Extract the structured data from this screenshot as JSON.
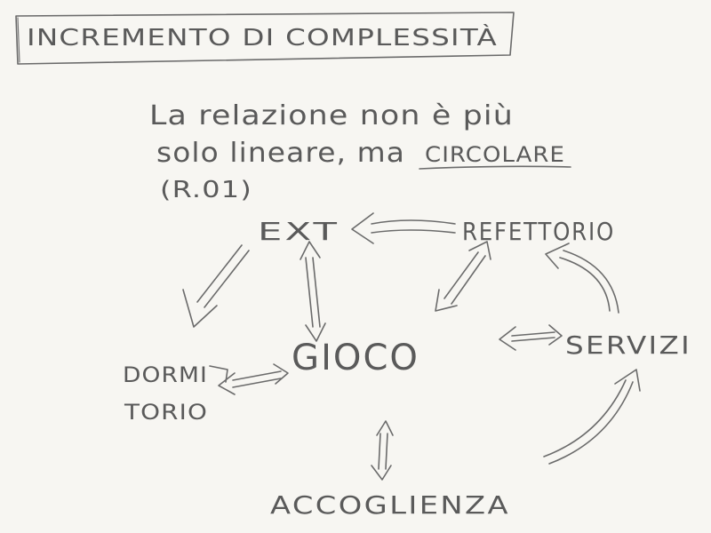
{
  "title": "INCREMENTO DI COMPLESSITÀ",
  "subtitle": {
    "line1": "La relazione non è più",
    "line2_prefix": "solo lineare, ma",
    "line2_emphasis": "CIRCOLARE",
    "line3": "(R.01)"
  },
  "nodes": {
    "ext": "EXT",
    "refettorio": "REFETTORIO",
    "gioco": "GIOCO",
    "servizi": "SERVIZI",
    "dormitorio_line1": "DORMI",
    "dormitorio_line2": "TORIO",
    "accoglienza": "ACCOGLIENZA"
  }
}
